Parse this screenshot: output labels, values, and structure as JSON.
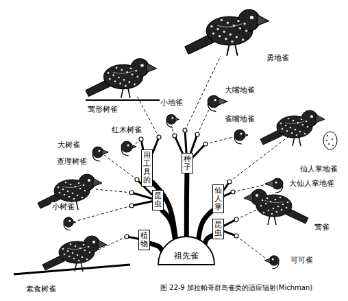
{
  "diagram": {
    "caption": "图 22-9 加拉帕哥群岛雀类的适应辐射(Michman)",
    "nodes": [
      {
        "text": [
          "用工具的"
        ]
      },
      {
        "text": [
          "种子"
        ]
      },
      {
        "text": [
          "昆虫"
        ]
      },
      {
        "text": [
          "仙人掌"
        ]
      },
      {
        "text": [
          "昆虫"
        ]
      },
      {
        "text": [
          "植物"
        ]
      },
      {
        "text": [
          "祖先雀"
        ]
      }
    ],
    "edges": [
      {
        "from": 6,
        "to": 0,
        "arrow": "none"
      },
      {
        "from": 6,
        "to": 1,
        "arrow": "none"
      },
      {
        "from": 6,
        "to": 2,
        "arrow": "none"
      },
      {
        "from": 6,
        "to": 3,
        "arrow": "none"
      },
      {
        "from": 6,
        "to": 4,
        "arrow": "none"
      },
      {
        "from": 6,
        "to": 5,
        "arrow": "none"
      }
    ],
    "labels": [
      "勇地雀",
      "莺形树雀",
      "小地雀",
      "大嘴地雀",
      "大树雀",
      "红木树雀",
      "雀嘴地雀",
      "仙人掌地雀",
      "查理树雀",
      "大仙人掌地雀",
      "小树雀",
      "莺雀",
      "可可雀",
      "素食树雀"
    ]
  }
}
